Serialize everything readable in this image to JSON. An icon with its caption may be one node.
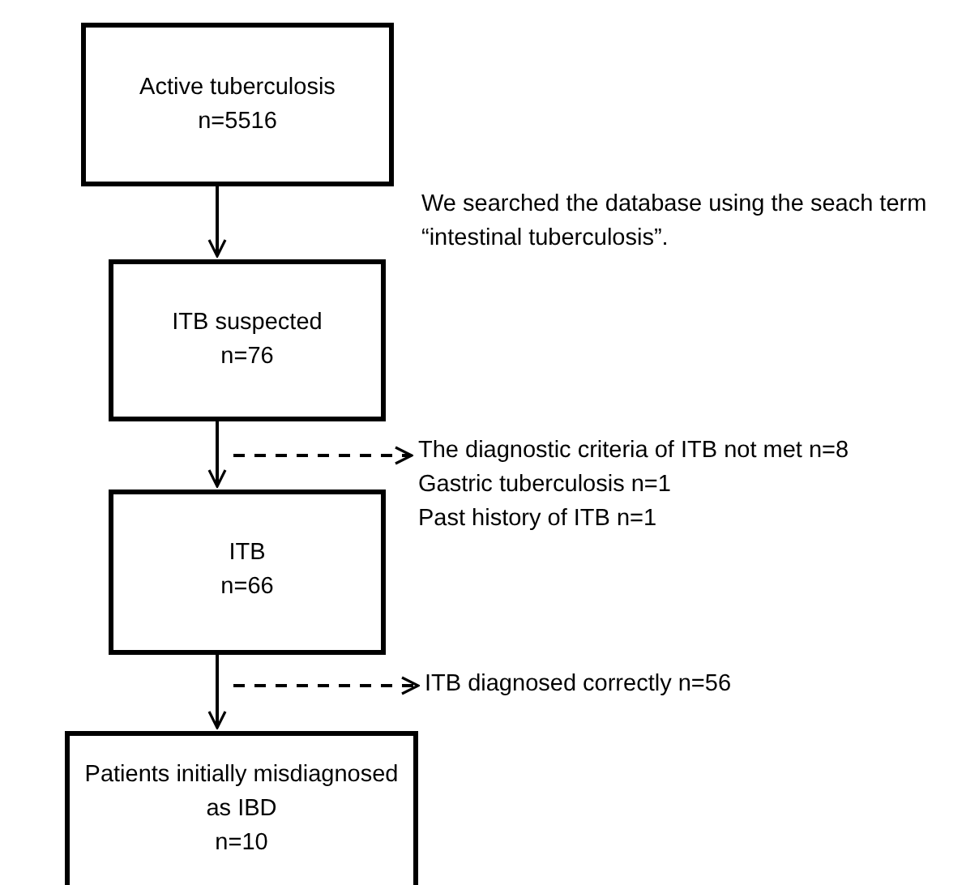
{
  "diagram": {
    "nodes": [
      {
        "text": [
          "Active tuberculosis",
          "n=5516"
        ]
      },
      {
        "text": [
          "ITB suspected",
          "n=76"
        ]
      },
      {
        "text": [
          "ITB",
          "n=66"
        ]
      },
      {
        "text": [
          "Patients initially misdiagnosed as IBD",
          "n=10"
        ]
      },
      {
        "text": [
          "The diagnostic criteria of ITB not met  n=8",
          "Gastric tuberculosis  n=1",
          "Past history of ITB  n=1"
        ]
      },
      {
        "text": [
          "ITB diagnosed correctly  n=56"
        ]
      }
    ],
    "edges": [
      {
        "from": 0,
        "to": 1,
        "arrow": "to"
      },
      {
        "from": 1,
        "to": 2,
        "arrow": "to"
      },
      {
        "from": 2,
        "to": 3,
        "arrow": "to"
      },
      {
        "from": null,
        "to": 4,
        "arrow": "to",
        "style": "dashed"
      },
      {
        "from": null,
        "to": 5,
        "arrow": "to",
        "style": "dashed"
      }
    ],
    "labels": [
      "We searched the database using the seach term “intestinal tuberculosis”."
    ]
  }
}
